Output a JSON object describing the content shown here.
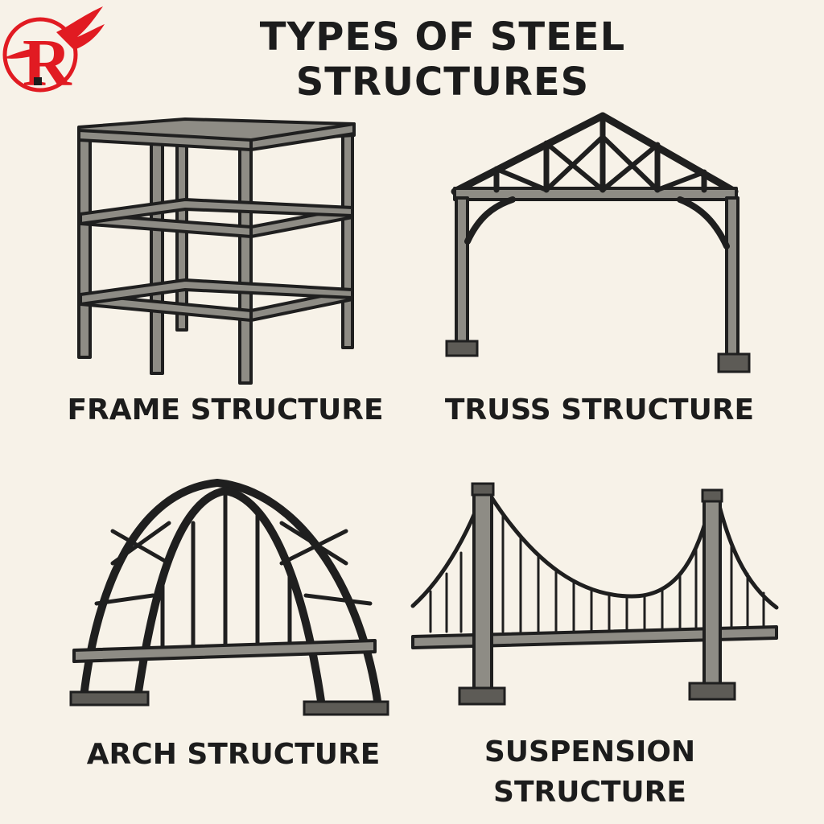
{
  "title": "TYPES OF STEEL STRUCTURES",
  "logo": {
    "letter": "R",
    "color": "#e11b22"
  },
  "panels": [
    {
      "icon": "frame-structure-icon",
      "label_lines": [
        "FRAME STRUCTURE"
      ]
    },
    {
      "icon": "truss-structure-icon",
      "label_lines": [
        "TRUSS STRUCTURE"
      ]
    },
    {
      "icon": "arch-structure-icon",
      "label_lines": [
        "ARCH STRUCTURE"
      ]
    },
    {
      "icon": "suspension-structure-icon",
      "label_lines": [
        "SUSPENSION",
        "STRUCTURE"
      ]
    }
  ],
  "colors": {
    "background": "#f7f2e8",
    "steel": "#8e8c85",
    "outline": "#1f1f1f"
  }
}
